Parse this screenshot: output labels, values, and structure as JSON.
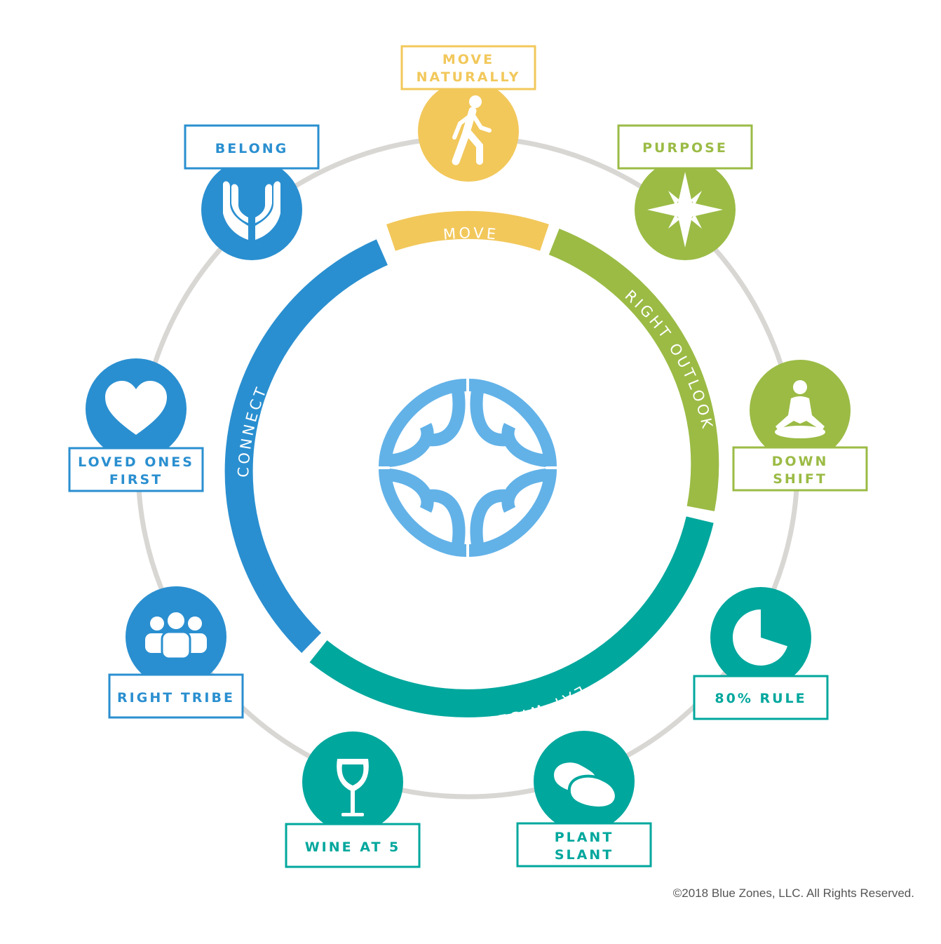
{
  "colors": {
    "move": "#F2C85B",
    "outlook": "#9BBB45",
    "eat": "#00A79D",
    "connect": "#2A8FD0",
    "center_logo": "#62B2E8",
    "outer_ring": "#D9D7D4"
  },
  "ring_segments": {
    "move": "MOVE",
    "outlook": "RIGHT OUTLOOK",
    "eat": "EAT WISELY",
    "connect": "CONNECT"
  },
  "principles": [
    {
      "id": "move-naturally",
      "line1": "MOVE",
      "line2": "NATURALLY",
      "icon": "walking-person-icon",
      "group": "move"
    },
    {
      "id": "purpose",
      "line1": "PURPOSE",
      "line2": "",
      "icon": "compass-star-icon",
      "group": "outlook"
    },
    {
      "id": "down-shift",
      "line1": "DOWN",
      "line2": "SHIFT",
      "icon": "meditation-icon",
      "group": "outlook"
    },
    {
      "id": "80-rule",
      "line1": "80% RULE",
      "line2": "",
      "icon": "pie-80-icon",
      "group": "eat"
    },
    {
      "id": "plant-slant",
      "line1": "PLANT",
      "line2": "SLANT",
      "icon": "beans-icon",
      "group": "eat"
    },
    {
      "id": "wine-at-5",
      "line1": "WINE AT 5",
      "line2": "",
      "icon": "wine-glass-icon",
      "group": "eat"
    },
    {
      "id": "right-tribe",
      "line1": "RIGHT TRIBE",
      "line2": "",
      "icon": "people-group-icon",
      "group": "connect"
    },
    {
      "id": "loved-ones-first",
      "line1": "LOVED ONES",
      "line2": "FIRST",
      "icon": "heart-icon",
      "group": "connect"
    },
    {
      "id": "belong",
      "line1": "BELONG",
      "line2": "",
      "icon": "open-hands-icon",
      "group": "connect"
    }
  ],
  "copyright": "©2018 Blue Zones, LLC. All Rights Reserved."
}
